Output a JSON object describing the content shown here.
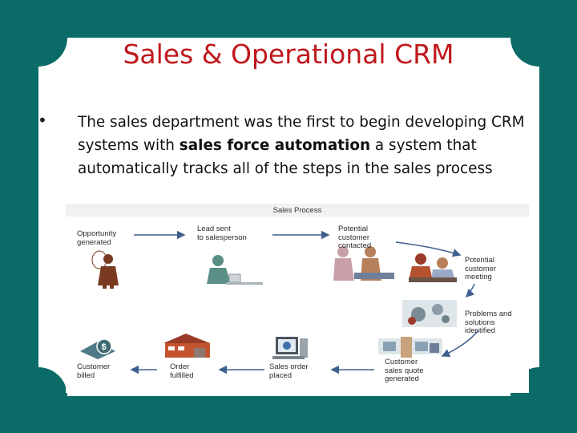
{
  "slide": {
    "title": "Sales  & Operational CRM",
    "bullet": {
      "marker": "•",
      "text_before": "The sales department was the first to begin developing CRM systems with ",
      "text_bold": "sales force automation",
      "text_after": " a system that automatically tracks all of the steps in the sales process"
    }
  },
  "diagram": {
    "title": "Sales Process",
    "steps": [
      {
        "label": "Opportunity\ngenerated"
      },
      {
        "label": "Lead sent\nto salesperson"
      },
      {
        "label": "Potential\ncustomer\ncontacted"
      },
      {
        "label": "Potential\ncustomer\nmeeting"
      },
      {
        "label": "Problems and\nsolutions\nidentified"
      },
      {
        "label": "Customer\nsales quote\ngenerated"
      },
      {
        "label": "Sales order\nplaced"
      },
      {
        "label": "Order\nfulfilled"
      },
      {
        "label": "Customer\nbilled"
      }
    ]
  },
  "colors": {
    "background": "#0a6b67",
    "title": "#c0181c",
    "figure": "#7a3a22",
    "person": "#5a8f86",
    "arrow": "#3f5f8f"
  }
}
